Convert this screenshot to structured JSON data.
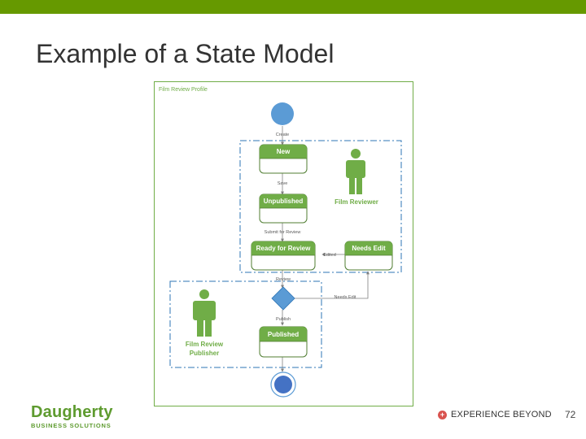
{
  "slide": {
    "title": "Example of a State Model",
    "page_number": "72"
  },
  "diagram": {
    "frame_title": "Film Review Profile",
    "states": {
      "new": "New",
      "unpublished": "Unpublished",
      "ready_for_review": "Ready for Review",
      "needs_edit": "Needs Edit",
      "published": "Published"
    },
    "transitions": {
      "create": "Create",
      "save": "Save",
      "submit_for_review": "Submit for Review",
      "edited": "Edited",
      "review": "Review",
      "needs_edit": "Needs Edit",
      "publish": "Publish"
    },
    "actors": {
      "reviewer": "Film Reviewer",
      "publisher_line1": "Film Review",
      "publisher_line2": "Publisher"
    },
    "colors": {
      "state_fill": "#70ad47",
      "state_border": "#507e32",
      "node_blue": "#5b9bd5",
      "swimlane_border": "#2e75b6",
      "frame_border": "#70ad47",
      "actor_green": "#70ad47"
    }
  },
  "footer": {
    "logo_main": "Daugherty",
    "logo_sub": "BUSINESS SOLUTIONS",
    "tagline": "EXPERIENCE BEYOND",
    "tagline_icon": "plus-icon"
  }
}
